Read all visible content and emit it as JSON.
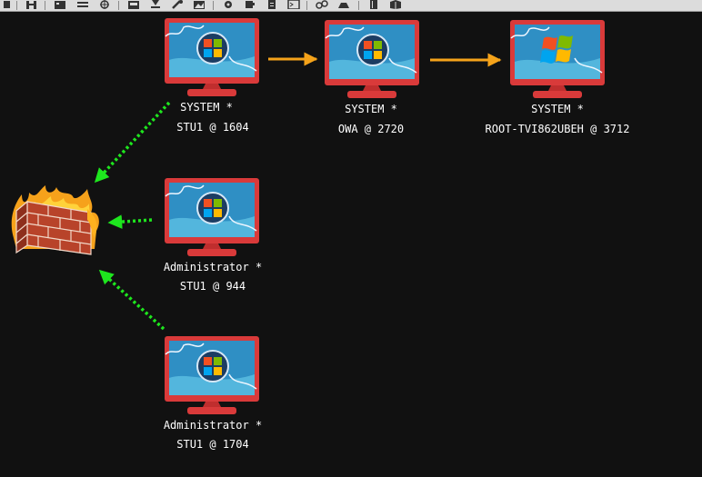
{
  "toolbar": {
    "icons": [
      "drawer-icon",
      "split-icon",
      "grid-icon",
      "list-icon",
      "target-icon",
      "terminal-icon",
      "download-icon",
      "wrench-icon",
      "image-icon",
      "gear-icon",
      "coffee-icon",
      "notepad-icon",
      "console-icon",
      "link-icon",
      "cloud-icon",
      "book-icon",
      "package-icon"
    ]
  },
  "graph": {
    "nodes": [
      {
        "id": "n1604",
        "user": "SYSTEM *",
        "host": "STU1 @ 1604",
        "os": "windows-7"
      },
      {
        "id": "n2720",
        "user": "SYSTEM *",
        "host": "OWA @ 2720",
        "os": "windows-7"
      },
      {
        "id": "n3712",
        "user": "SYSTEM *",
        "host": "ROOT-TVI862UBEH @ 3712",
        "os": "windows-xp"
      },
      {
        "id": "n944",
        "user": "Administrator *",
        "host": "STU1 @ 944",
        "os": "windows-7"
      },
      {
        "id": "n1704",
        "user": "Administrator *",
        "host": "STU1 @ 1704",
        "os": "windows-7"
      }
    ],
    "firewall": {
      "icon": "firewall-icon"
    },
    "edges": [
      {
        "from": "n1604",
        "to": "n2720",
        "style": "solid",
        "color": "#f5a31a"
      },
      {
        "from": "n2720",
        "to": "n3712",
        "style": "solid",
        "color": "#f5a31a"
      },
      {
        "from": "n1604",
        "to": "firewall",
        "style": "dotted",
        "color": "#1ee61e"
      },
      {
        "from": "n944",
        "to": "firewall",
        "style": "dotted",
        "color": "#1ee61e"
      },
      {
        "from": "n1704",
        "to": "firewall",
        "style": "dotted",
        "color": "#1ee61e"
      }
    ]
  },
  "colors": {
    "background": "#111111",
    "pivot_arrow": "#f5a31a",
    "egress_arrow": "#1ee61e",
    "monitor_frame": "#d93a3a"
  }
}
